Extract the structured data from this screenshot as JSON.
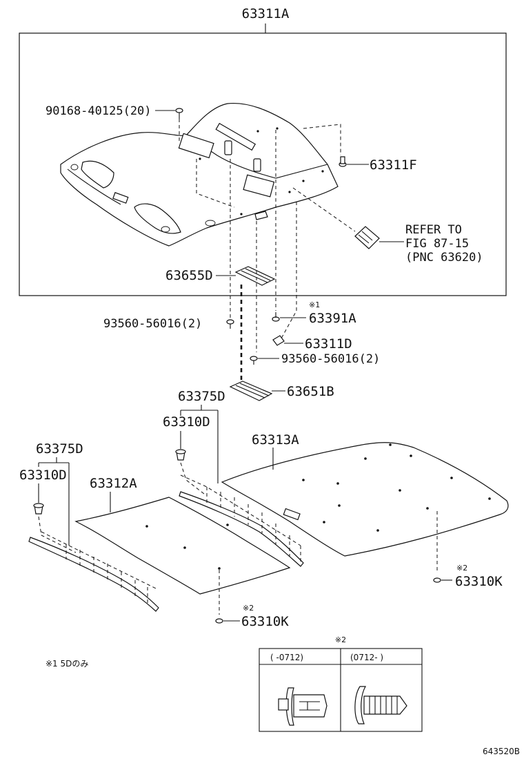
{
  "labels": {
    "main_assembly": "63311A",
    "screw_top": "90168-40125(20)",
    "clip_f": "63311F",
    "refer_line1": "REFER TO",
    "refer_line2": "FIG 87-15",
    "refer_line3": "(PNC 63620)",
    "pad_d": "63655D",
    "screw_left": "93560-56016(2)",
    "mark1_a": "※1",
    "clip_a": "63391A",
    "clip_d": "63311D",
    "screw_right": "93560-56016(2)",
    "pad_b": "63651B",
    "retainer_right": "63375D",
    "clip_right": "63310D",
    "retainer_left": "63375D",
    "clip_left": "63310D",
    "panel_left": "63312A",
    "panel_right": "63313A",
    "mark2_right": "※2",
    "clip_k_right": "63310K",
    "mark2_bottom": "※2",
    "clip_k_bottom": "63310K",
    "note": "※1 5Dのみ",
    "table_title": "※2",
    "table_col1": "(      -0712)",
    "table_col2": "(0712-      )",
    "figure_code": "643520B"
  }
}
